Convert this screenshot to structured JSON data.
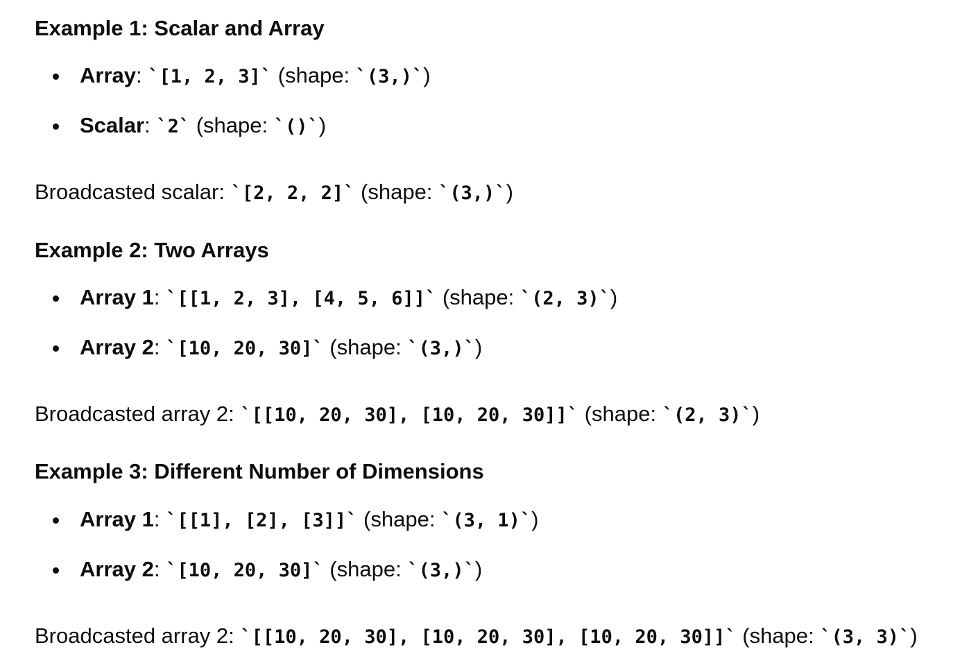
{
  "sections": [
    {
      "heading": "Example 1: Scalar and Array",
      "items": [
        {
          "label": "Array",
          "sep": ": ",
          "code": "`[1, 2, 3]`",
          "pre": " (shape: ",
          "shape": "`(3,)`",
          "post": ")"
        },
        {
          "label": "Scalar",
          "sep": ": ",
          "code": "`2`",
          "pre": " (shape: ",
          "shape": "`()`",
          "post": ")"
        }
      ],
      "result": {
        "text": "Broadcasted scalar: ",
        "code": "`[2, 2, 2]`",
        "pre": " (shape: ",
        "shape": "`(3,)`",
        "post": ")"
      }
    },
    {
      "heading": "Example 2: Two Arrays",
      "items": [
        {
          "label": "Array 1",
          "sep": ": ",
          "code": "`[[1, 2, 3], [4, 5, 6]]`",
          "pre": " (shape: ",
          "shape": "`(2, 3)`",
          "post": ")"
        },
        {
          "label": "Array 2",
          "sep": ": ",
          "code": "`[10, 20, 30]`",
          "pre": " (shape: ",
          "shape": "`(3,)`",
          "post": ")"
        }
      ],
      "result": {
        "text": "Broadcasted array 2: ",
        "code": "`[[10, 20, 30], [10, 20, 30]]`",
        "pre": " (shape: ",
        "shape": "`(2, 3)`",
        "post": ")"
      }
    },
    {
      "heading": "Example 3: Different Number of Dimensions",
      "items": [
        {
          "label": "Array 1",
          "sep": ": ",
          "code": "`[[1], [2], [3]]`",
          "pre": " (shape: ",
          "shape": "`(3, 1)`",
          "post": ")"
        },
        {
          "label": "Array 2",
          "sep": ": ",
          "code": "`[10, 20, 30]`",
          "pre": " (shape: ",
          "shape": "`(3,)`",
          "post": ")"
        }
      ],
      "result": {
        "text": "Broadcasted array 2: ",
        "code": "`[[10, 20, 30], [10, 20, 30], [10, 20, 30]]`",
        "pre": " (shape: ",
        "shape": "`(3, 3)`",
        "post": ")"
      }
    }
  ]
}
